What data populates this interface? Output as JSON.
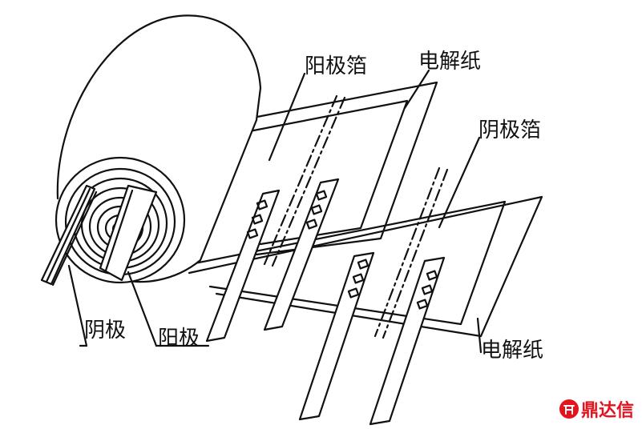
{
  "labels": {
    "anode_foil": "阳极箔",
    "paper_top": "电解纸",
    "cathode_foil": "阴极箔",
    "paper_bottom": "电解纸",
    "cathode": "阴极",
    "anode": "阳极"
  },
  "watermark": {
    "text": "鼎达信",
    "icon": "logo-seal-icon",
    "color": "#e5131e"
  }
}
